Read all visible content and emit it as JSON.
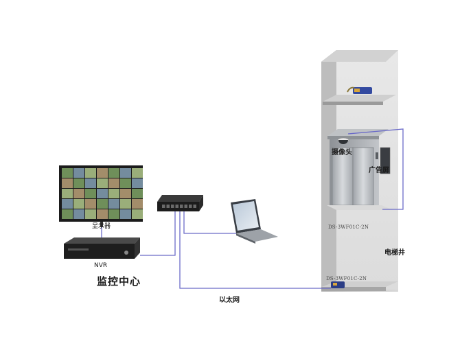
{
  "labels": {
    "monitor": "显示器",
    "nvr": "NVR",
    "control_center": "监控中心",
    "ethernet": "以太网",
    "camera": "摄像头",
    "ad_screen": "广告屏",
    "elevator_shaft": "电梯井",
    "bridge_model_top": "DS-3WF01C-2N",
    "bridge_model_bottom": "DS-3WF01C-2N"
  },
  "colors": {
    "cable": "#6b6bc8",
    "shaft_wall": "#c9c9c9",
    "shaft_inner": "#e4e4e4",
    "device_dark": "#2b2b2b"
  }
}
